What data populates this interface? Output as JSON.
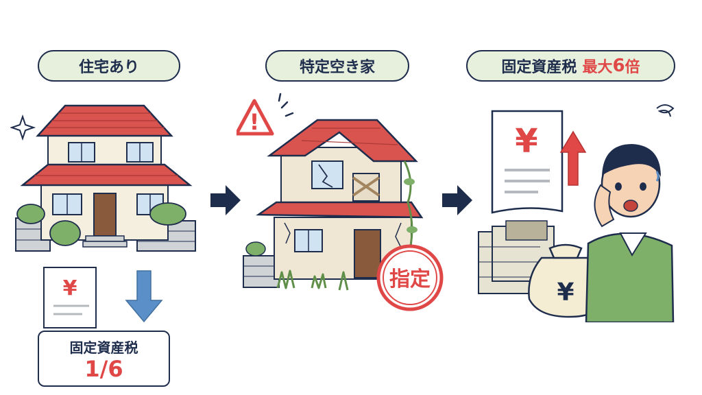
{
  "labels": {
    "house_label": "住宅あり",
    "vacant_label": "特定空き家",
    "tax_label_prefix": "固定資産税",
    "tax_label_max": "最大",
    "tax_label_num": "6",
    "tax_label_suffix": "倍"
  },
  "tax_reduction": {
    "title": "固定資産税",
    "value": "1/6"
  },
  "stamp": "指定",
  "icons": {
    "yen": "¥",
    "warning": "!"
  },
  "colors": {
    "navy": "#1f2d4d",
    "red": "#e04848",
    "pill_bg": "#e7f0dc",
    "roof": "#d9534f",
    "green": "#7fb069",
    "blue_arrow": "#5b8fc7"
  }
}
